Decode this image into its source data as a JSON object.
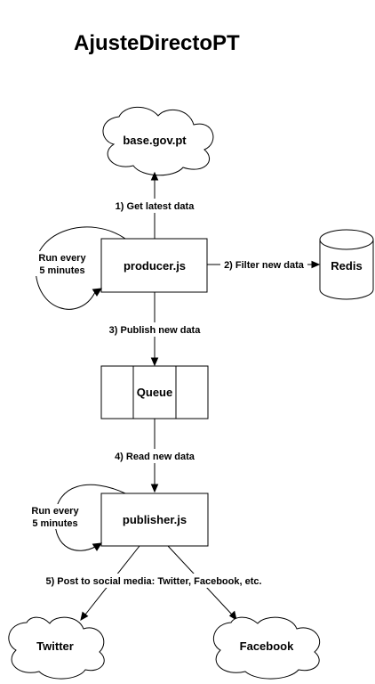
{
  "title": "AjusteDirectoPT",
  "nodes": {
    "base_gov": "base.gov.pt",
    "producer": "producer.js",
    "redis": "Redis",
    "queue": "Queue",
    "publisher": "publisher.js",
    "twitter": "Twitter",
    "facebook": "Facebook"
  },
  "edges": {
    "get_latest": "1) Get latest data",
    "filter_new": "2) Filter new data",
    "publish_new": "3) Publish new data",
    "read_new": "4) Read new data",
    "post_social": "5) Post to social media: Twitter, Facebook, etc."
  },
  "loops": {
    "producer_loop": [
      "Run every",
      "5 minutes"
    ],
    "publisher_loop": [
      "Run every",
      "5 minutes"
    ]
  }
}
